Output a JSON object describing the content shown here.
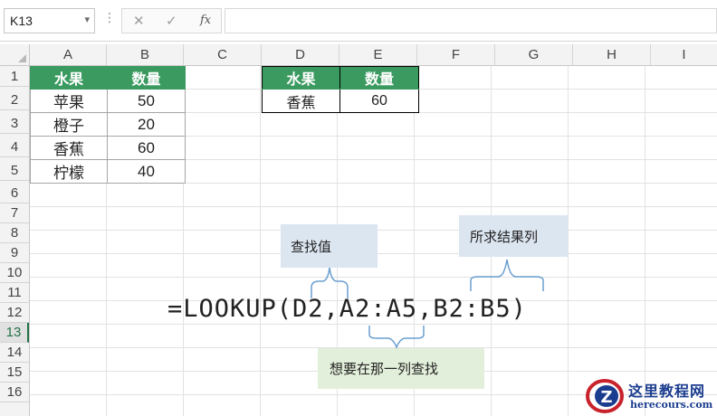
{
  "formula_bar": {
    "name_box": "K13",
    "name_box_arrow": "▾",
    "dots": "⋮",
    "cancel": "✕",
    "confirm": "✓",
    "fx": "fx",
    "content": ""
  },
  "columns": [
    "A",
    "B",
    "C",
    "D",
    "E",
    "F",
    "G",
    "H",
    "I"
  ],
  "rows": [
    "1",
    "2",
    "3",
    "4",
    "5",
    "6",
    "7",
    "8",
    "9",
    "10",
    "11",
    "12",
    "13",
    "14",
    "15",
    "16"
  ],
  "active_row": "13",
  "table1": {
    "headers": [
      "水果",
      "数量"
    ],
    "rows": [
      [
        "苹果",
        "50"
      ],
      [
        "橙子",
        "20"
      ],
      [
        "香蕉",
        "60"
      ],
      [
        "柠檬",
        "40"
      ]
    ]
  },
  "table2": {
    "headers": [
      "水果",
      "数量"
    ],
    "rows": [
      [
        "香蕉",
        "60"
      ]
    ]
  },
  "callouts": {
    "lookup_value": "查找值",
    "result_column": "所求结果列",
    "lookup_column": "想要在那一列查找"
  },
  "formula": "=LOOKUP(D2,A2:A5,B2:B5)",
  "colors": {
    "header_green": "#3a9a5f",
    "callout_blue": "#dce6f1",
    "callout_green": "#e2efda",
    "brace": "#6a9fd0"
  },
  "watermark": {
    "title": "这里教程网",
    "url": "herecours.com",
    "logo_letter": "Z"
  }
}
